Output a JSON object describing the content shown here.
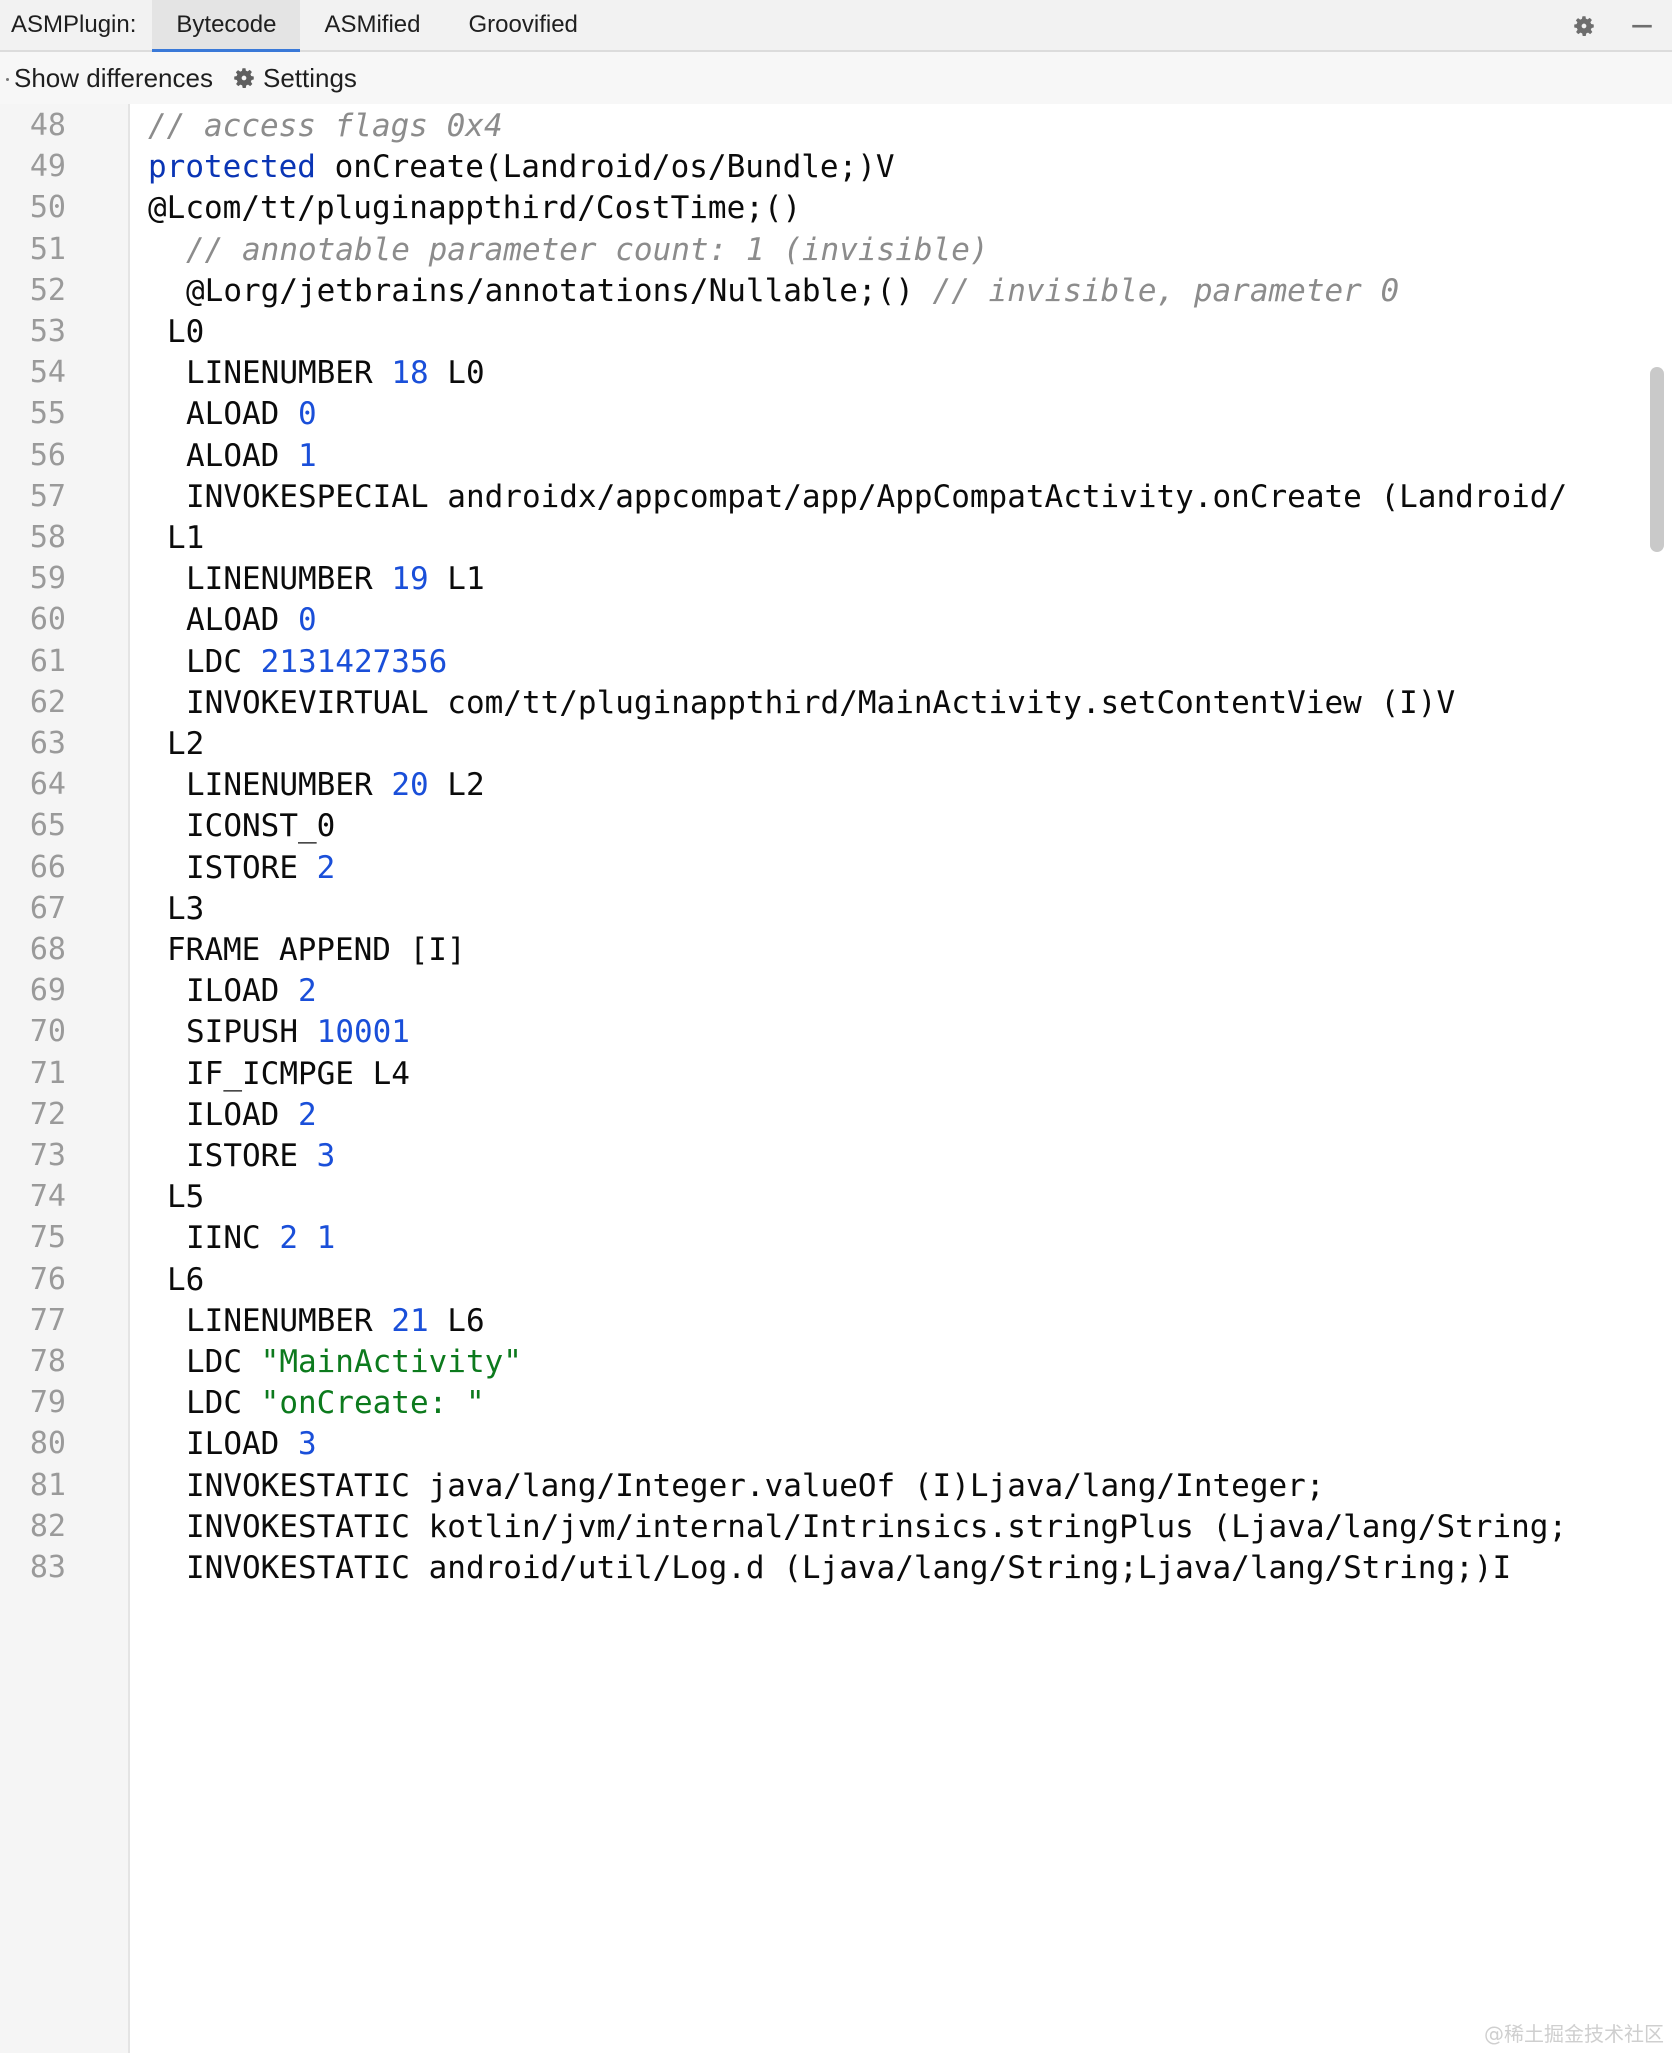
{
  "header": {
    "plugin_label": "ASMPlugin:",
    "tabs": [
      {
        "label": "Bytecode",
        "active": true
      },
      {
        "label": "ASMified",
        "active": false
      },
      {
        "label": "Groovified",
        "active": false
      }
    ],
    "right_icons": [
      "gear-icon",
      "minimize-icon"
    ]
  },
  "toolbar": {
    "show_differences": "Show differences",
    "settings": "Settings"
  },
  "colors": {
    "comment": "#8c8c8c",
    "keyword": "#0a35b5",
    "number": "#1a4fd9",
    "string": "#0c7a1d",
    "active_tab_underline": "#3a79d8"
  },
  "code": {
    "lines": [
      {
        "num": "48",
        "indent": 2,
        "tokens": [
          [
            "comment",
            "// access flags 0x4"
          ]
        ]
      },
      {
        "num": "49",
        "indent": 2,
        "tokens": [
          [
            "keyword",
            "protected"
          ],
          [
            "plain",
            " onCreate(Landroid/os/Bundle;)V"
          ]
        ]
      },
      {
        "num": "50",
        "indent": 2,
        "tokens": [
          [
            "plain",
            "@Lcom/tt/pluginappthird/CostTime;()"
          ]
        ]
      },
      {
        "num": "51",
        "indent": 4,
        "tokens": [
          [
            "comment",
            "// annotable parameter count: 1 (invisible)"
          ]
        ]
      },
      {
        "num": "52",
        "indent": 4,
        "tokens": [
          [
            "plain",
            "@Lorg/jetbrains/annotations/Nullable;() "
          ],
          [
            "comment",
            "// invisible, parameter 0"
          ]
        ]
      },
      {
        "num": "53",
        "indent": 3,
        "tokens": [
          [
            "plain",
            "L0"
          ]
        ]
      },
      {
        "num": "54",
        "indent": 4,
        "tokens": [
          [
            "plain",
            "LINENUMBER "
          ],
          [
            "number",
            "18"
          ],
          [
            "plain",
            " L0"
          ]
        ]
      },
      {
        "num": "55",
        "indent": 4,
        "tokens": [
          [
            "plain",
            "ALOAD "
          ],
          [
            "number",
            "0"
          ]
        ]
      },
      {
        "num": "56",
        "indent": 4,
        "tokens": [
          [
            "plain",
            "ALOAD "
          ],
          [
            "number",
            "1"
          ]
        ]
      },
      {
        "num": "57",
        "indent": 4,
        "tokens": [
          [
            "plain",
            "INVOKESPECIAL androidx/appcompat/app/AppCompatActivity.onCreate (Landroid/"
          ]
        ]
      },
      {
        "num": "58",
        "indent": 3,
        "tokens": [
          [
            "plain",
            "L1"
          ]
        ]
      },
      {
        "num": "59",
        "indent": 4,
        "tokens": [
          [
            "plain",
            "LINENUMBER "
          ],
          [
            "number",
            "19"
          ],
          [
            "plain",
            " L1"
          ]
        ]
      },
      {
        "num": "60",
        "indent": 4,
        "tokens": [
          [
            "plain",
            "ALOAD "
          ],
          [
            "number",
            "0"
          ]
        ]
      },
      {
        "num": "61",
        "indent": 4,
        "tokens": [
          [
            "plain",
            "LDC "
          ],
          [
            "number",
            "2131427356"
          ]
        ]
      },
      {
        "num": "62",
        "indent": 4,
        "tokens": [
          [
            "plain",
            "INVOKEVIRTUAL com/tt/pluginappthird/MainActivity.setContentView (I)V"
          ]
        ]
      },
      {
        "num": "63",
        "indent": 3,
        "tokens": [
          [
            "plain",
            "L2"
          ]
        ]
      },
      {
        "num": "64",
        "indent": 4,
        "tokens": [
          [
            "plain",
            "LINENUMBER "
          ],
          [
            "number",
            "20"
          ],
          [
            "plain",
            " L2"
          ]
        ]
      },
      {
        "num": "65",
        "indent": 4,
        "tokens": [
          [
            "plain",
            "ICONST_0"
          ]
        ]
      },
      {
        "num": "66",
        "indent": 4,
        "tokens": [
          [
            "plain",
            "ISTORE "
          ],
          [
            "number",
            "2"
          ]
        ]
      },
      {
        "num": "67",
        "indent": 3,
        "tokens": [
          [
            "plain",
            "L3"
          ]
        ]
      },
      {
        "num": "68",
        "indent": 3,
        "tokens": [
          [
            "plain",
            "FRAME APPEND [I]"
          ]
        ]
      },
      {
        "num": "69",
        "indent": 4,
        "tokens": [
          [
            "plain",
            "ILOAD "
          ],
          [
            "number",
            "2"
          ]
        ]
      },
      {
        "num": "70",
        "indent": 4,
        "tokens": [
          [
            "plain",
            "SIPUSH "
          ],
          [
            "number",
            "10001"
          ]
        ]
      },
      {
        "num": "71",
        "indent": 4,
        "tokens": [
          [
            "plain",
            "IF_ICMPGE L4"
          ]
        ]
      },
      {
        "num": "72",
        "indent": 4,
        "tokens": [
          [
            "plain",
            "ILOAD "
          ],
          [
            "number",
            "2"
          ]
        ]
      },
      {
        "num": "73",
        "indent": 4,
        "tokens": [
          [
            "plain",
            "ISTORE "
          ],
          [
            "number",
            "3"
          ]
        ]
      },
      {
        "num": "74",
        "indent": 3,
        "tokens": [
          [
            "plain",
            "L5"
          ]
        ]
      },
      {
        "num": "75",
        "indent": 4,
        "tokens": [
          [
            "plain",
            "IINC "
          ],
          [
            "number",
            "2"
          ],
          [
            "plain",
            " "
          ],
          [
            "number",
            "1"
          ]
        ]
      },
      {
        "num": "76",
        "indent": 3,
        "tokens": [
          [
            "plain",
            "L6"
          ]
        ]
      },
      {
        "num": "77",
        "indent": 4,
        "tokens": [
          [
            "plain",
            "LINENUMBER "
          ],
          [
            "number",
            "21"
          ],
          [
            "plain",
            " L6"
          ]
        ]
      },
      {
        "num": "78",
        "indent": 4,
        "tokens": [
          [
            "plain",
            "LDC "
          ],
          [
            "string",
            "\"MainActivity\""
          ]
        ]
      },
      {
        "num": "79",
        "indent": 4,
        "tokens": [
          [
            "plain",
            "LDC "
          ],
          [
            "string",
            "\"onCreate: \""
          ]
        ]
      },
      {
        "num": "80",
        "indent": 4,
        "tokens": [
          [
            "plain",
            "ILOAD "
          ],
          [
            "number",
            "3"
          ]
        ]
      },
      {
        "num": "81",
        "indent": 4,
        "tokens": [
          [
            "plain",
            "INVOKESTATIC java/lang/Integer.valueOf (I)Ljava/lang/Integer;"
          ]
        ]
      },
      {
        "num": "82",
        "indent": 4,
        "tokens": [
          [
            "plain",
            "INVOKESTATIC kotlin/jvm/internal/Intrinsics.stringPlus (Ljava/lang/String;"
          ]
        ]
      },
      {
        "num": "83",
        "indent": 4,
        "tokens": [
          [
            "plain",
            "INVOKESTATIC android/util/Log.d (Ljava/lang/String;Ljava/lang/String;)I"
          ]
        ]
      }
    ]
  },
  "watermark": "@稀土掘金技术社区"
}
